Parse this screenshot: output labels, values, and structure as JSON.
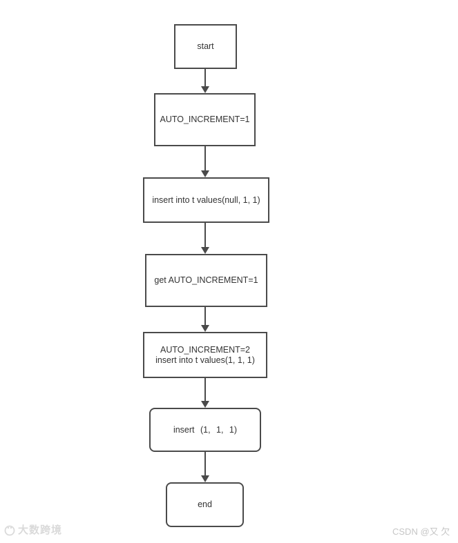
{
  "diagram": {
    "type": "flowchart",
    "direction": "top-down",
    "nodes": [
      {
        "id": "start",
        "label": "start",
        "shape": "rectangle"
      },
      {
        "id": "auto-increment-1",
        "label": "AUTO_INCREMENT=1",
        "shape": "rectangle"
      },
      {
        "id": "insert-null",
        "label": "insert into t values(null, 1, 1)",
        "shape": "rectangle"
      },
      {
        "id": "get-auto-increment",
        "label": "get AUTO_INCREMENT=1",
        "shape": "rectangle"
      },
      {
        "id": "auto-increment-2",
        "line1": "AUTO_INCREMENT=2",
        "line2": "insert into t values(1, 1, 1)",
        "shape": "rectangle"
      },
      {
        "id": "insert-111",
        "label": "insert (1, 1, 1)",
        "shape": "rounded-rectangle"
      },
      {
        "id": "end",
        "label": "end",
        "shape": "rounded-rectangle"
      }
    ],
    "edges": [
      {
        "from": "start",
        "to": "auto-increment-1"
      },
      {
        "from": "auto-increment-1",
        "to": "insert-null"
      },
      {
        "from": "insert-null",
        "to": "get-auto-increment"
      },
      {
        "from": "get-auto-increment",
        "to": "auto-increment-2"
      },
      {
        "from": "auto-increment-2",
        "to": "insert-111"
      },
      {
        "from": "insert-111",
        "to": "end"
      }
    ]
  },
  "watermarks": {
    "left_logo_text": "大数跨境",
    "right_text": "CSDN @又 欠"
  },
  "colors": {
    "background": "#ffffff",
    "node_border": "#4a4a4a",
    "node_text": "#333333",
    "arrow": "#4a4a4a",
    "watermark_left": "#dadada",
    "watermark_right": "#c6c6c6"
  }
}
